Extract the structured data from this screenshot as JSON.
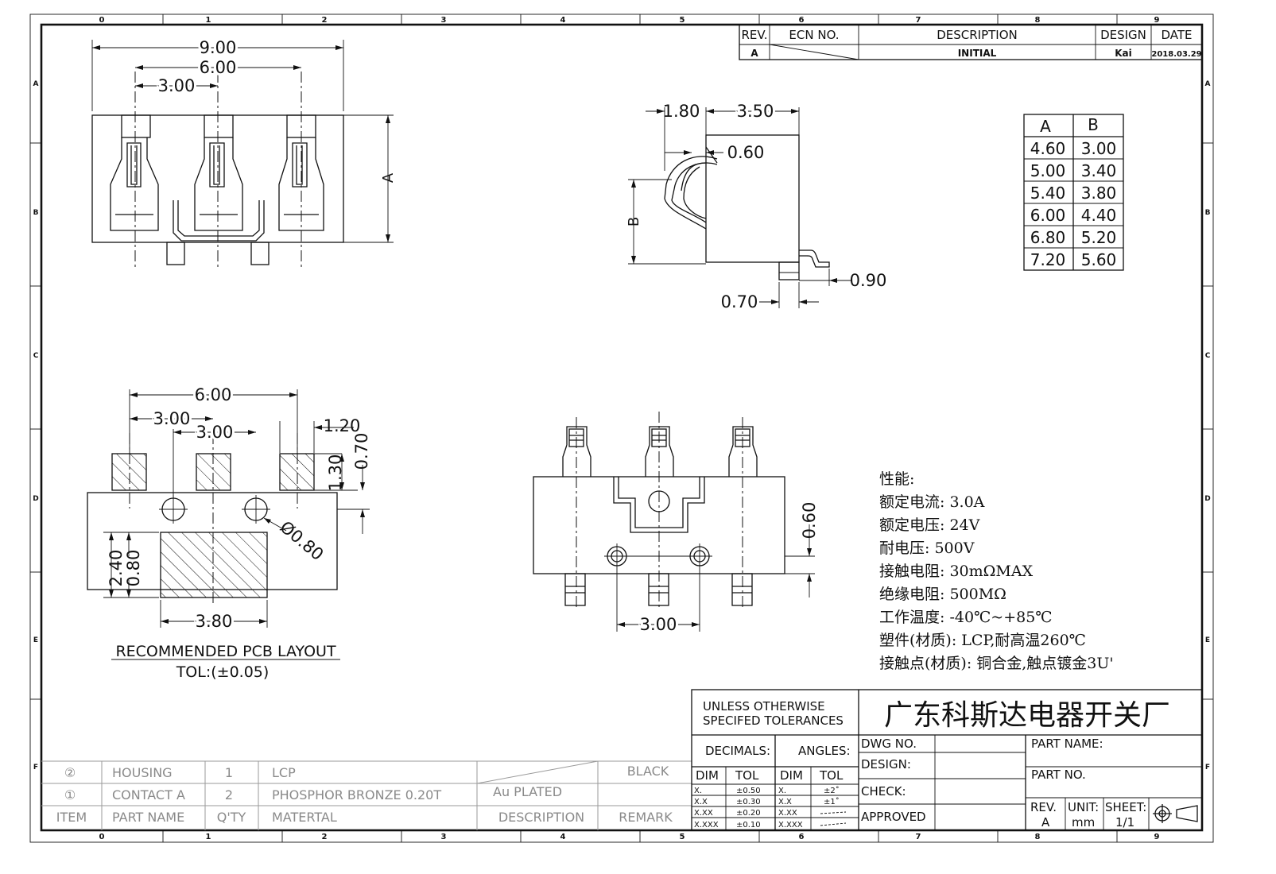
{
  "frame": {
    "zone_numbers": [
      "0",
      "1",
      "2",
      "3",
      "4",
      "5",
      "6",
      "7",
      "8",
      "9"
    ],
    "zone_letters": [
      "A",
      "B",
      "C",
      "D",
      "E",
      "F"
    ]
  },
  "revision_block": {
    "headers": {
      "rev": "REV.",
      "ecn": "ECN NO.",
      "description": "DESCRIPTION",
      "design": "DESIGN",
      "date": "DATE"
    },
    "row": {
      "rev": "A",
      "description": "INITIAL",
      "design": "Kai",
      "date": "2018.03.29"
    }
  },
  "top_view": {
    "dims": [
      "9.00",
      "6.00",
      "3.00"
    ],
    "side_label": "A"
  },
  "side_view": {
    "dims": [
      "1.80",
      "3.50",
      "0.60",
      "0.90",
      "0.70"
    ],
    "side_label": "B"
  },
  "size_table": {
    "headers": [
      "A",
      "B"
    ],
    "rows": [
      [
        "4.60",
        "3.00"
      ],
      [
        "5.00",
        "3.40"
      ],
      [
        "5.40",
        "3.80"
      ],
      [
        "6.00",
        "4.40"
      ],
      [
        "6.80",
        "5.20"
      ],
      [
        "7.20",
        "5.60"
      ]
    ]
  },
  "pcb_layout": {
    "dims": {
      "w6": "6.00",
      "p3a": "3.00",
      "p3b": "3.00",
      "pad_w": "1.20",
      "pad_h": "1.30",
      "gap": "0.70",
      "hole": "Ø0.80",
      "d240": "2.40",
      "d080": "0.80",
      "w380": "3.80"
    },
    "title": "RECOMMENDED PCB LAYOUT",
    "tolerance": "TOL:(±0.05)"
  },
  "bottom_view": {
    "dims": {
      "h060": "0.60",
      "p300": "3.00"
    }
  },
  "specs": [
    "性能:",
    "额定电流: 3.0A",
    "额定电压: 24V",
    "耐电压: 500V",
    "接触电阻: 30mΩMAX",
    "绝缘电阻: 500MΩ",
    "工作温度: -40℃~+85℃",
    "塑件(材质): LCP,耐高温260℃",
    "接触点(材质): 铜合金,触点镀金3U'"
  ],
  "bom": {
    "rows": [
      {
        "item": "②",
        "part": "HOUSING",
        "qty": "1",
        "material": "LCP",
        "description": "",
        "remark": "BLACK"
      },
      {
        "item": "①",
        "part": "CONTACT A",
        "qty": "2",
        "material": "PHOSPHOR BRONZE 0.20T",
        "description": "Au PLATED",
        "remark": ""
      }
    ],
    "header": {
      "item": "ITEM",
      "part": "PART NAME",
      "qty": "Q'TY",
      "material": "MATERTAL",
      "description": "DESCRIPTION",
      "remark": "REMARK"
    }
  },
  "title_block": {
    "tolerance_note": [
      "UNLESS OTHERWISE",
      "SPECIFED TOLERANCES"
    ],
    "company": "广东科斯达电器开关厂",
    "decimals": "DECIMALS:",
    "angles": "ANGLES:",
    "dim": "DIM",
    "tol": "TOL",
    "dec_rows": [
      [
        "X.",
        "±0.50"
      ],
      [
        "X.X",
        "±0.30"
      ],
      [
        "X.XX",
        "±0.20"
      ],
      [
        "X.XXX",
        "±0.10"
      ]
    ],
    "ang_rows": [
      [
        "X.",
        "±2˚"
      ],
      [
        "X.X",
        "±1˚"
      ],
      [
        "X.XX",
        ""
      ],
      [
        "X.XXX",
        ""
      ]
    ],
    "fields": {
      "dwg": "DWG NO.",
      "design": "DESIGN:",
      "check": "CHECK:",
      "approved": "APPROVED",
      "part_name": "PART NAME:",
      "part_no": "PART NO.",
      "rev_label": "REV.",
      "rev": "A",
      "unit_label": "UNIT:",
      "unit": "mm",
      "sheet_label": "SHEET:",
      "sheet": "1/1"
    }
  }
}
